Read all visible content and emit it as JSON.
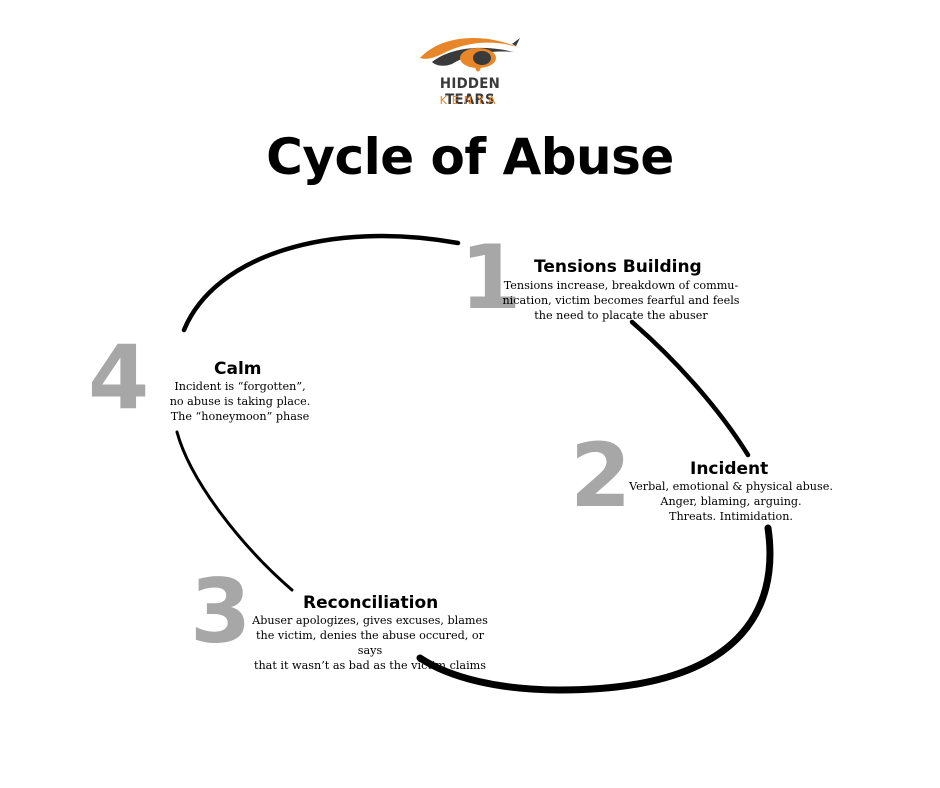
{
  "logo": {
    "name": "HIDDEN TEARS",
    "sub": "KENYA",
    "colors": {
      "orange": "#e8862a",
      "dark": "#3a3a3a"
    }
  },
  "title": "Cycle of Abuse",
  "stages": [
    {
      "number": "1",
      "title": "Tensions Building",
      "description": "Tensions increase, breakdown of commu-\nnication, victim becomes fearful and feels\nthe need to placate the abuser"
    },
    {
      "number": "2",
      "title": "Incident",
      "description": "Verbal, emotional & physical abuse.\nAnger, blaming, arguing.\nThreats.  Intimidation."
    },
    {
      "number": "3",
      "title": "Reconciliation",
      "description": "Abuser apologizes, gives excuses, blames\nthe victim, denies the abuse occured, or says\nthat it wasn’t as bad as the victim claims"
    },
    {
      "number": "4",
      "title": "Calm",
      "description": "Incident is “forgotten”,\nno abuse is taking place.\nThe “honeymoon” phase"
    }
  ],
  "colors": {
    "number": "#a7a7a7",
    "text": "#000000"
  }
}
